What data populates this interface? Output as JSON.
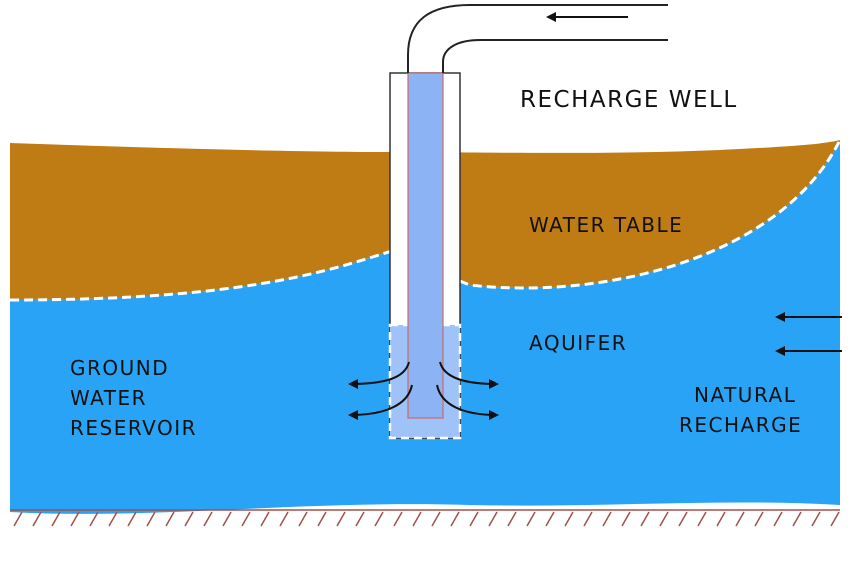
{
  "labels": {
    "recharge_well": "RECHARGE WELL",
    "water_table": "WATER TABLE",
    "aquifer": "AQUIFER",
    "ground_water_reservoir": [
      "GROUND",
      "WATER",
      "RESERVOIR"
    ],
    "natural_recharge": [
      "NATURAL",
      "RECHARGE"
    ]
  },
  "colors": {
    "soil": "#bf7b14",
    "water": "#29a3f5",
    "water_dark": "#1f95ea",
    "well_casing": "#ffffff",
    "well_inner": "#8cb4f5",
    "well_outline": "#c86a6a",
    "line": "#111111",
    "dashed_boundary": "#ffffff",
    "bedrock_hatch": "#a0524a"
  },
  "icons": {
    "inflow_arrow": "arrow-left-icon",
    "natural_recharge_arrows": "arrow-left-icon",
    "outflow_arrows": "curved-arrow-icon"
  }
}
